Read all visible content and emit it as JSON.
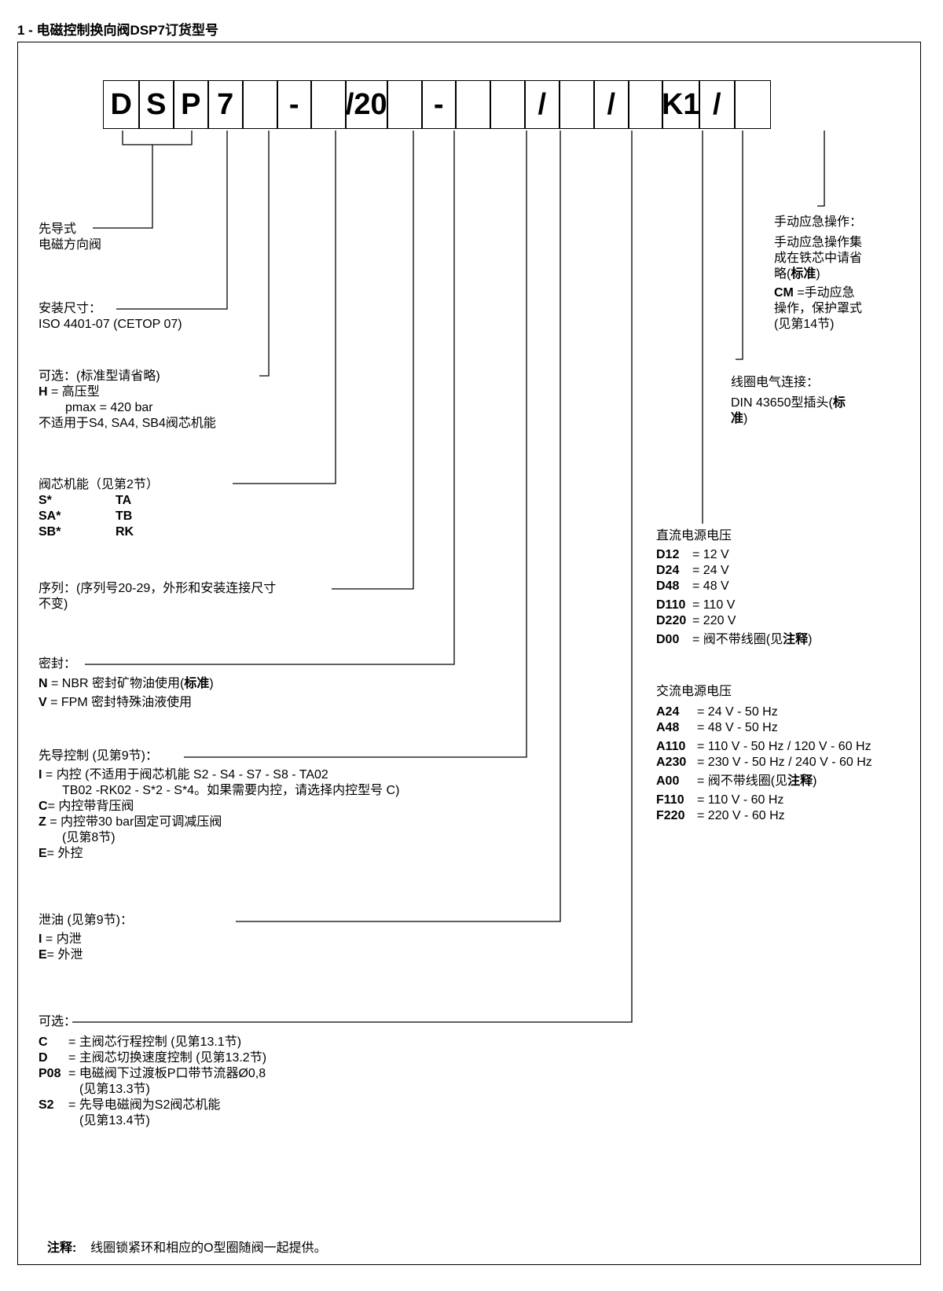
{
  "title": "1 - 电磁控制换向阀DSP7订货型号",
  "code_cells": [
    "D",
    "S",
    "P",
    "7",
    "",
    "-",
    "",
    "/20",
    "",
    "-",
    "",
    "",
    "/",
    "",
    "/",
    "",
    "K1",
    "/",
    ""
  ],
  "blocks": {
    "pilot": {
      "lines": [
        {
          "t": "先导式"
        },
        {
          "t": "电磁方向阀"
        }
      ]
    },
    "mount": {
      "lines": [
        {
          "t": "安装尺寸："
        },
        {
          "t": "ISO 4401-07 (CETOP 07)"
        }
      ]
    },
    "option1": {
      "lines": [
        {
          "t": "可选：(标准型请省略)"
        },
        {
          "k": "H",
          "t": " = 高压型"
        },
        {
          "t": "pmax = 420 bar",
          "indent": 34
        },
        {
          "t": "不适用于S4, SA4, SB4阀芯机能"
        }
      ]
    },
    "spool": {
      "lines": [
        {
          "t": "阀芯机能（见第2节）"
        },
        {
          "k": "S*",
          "k2": "TA"
        },
        {
          "k": "SA*",
          "k2": "TB"
        },
        {
          "k": "SB*",
          "k2": "RK"
        }
      ]
    },
    "series": {
      "lines": [
        {
          "t": "序列：(序列号20-29，外形和安装连接尺寸"
        },
        {
          "t": "不变)"
        }
      ]
    },
    "seal_head": {
      "lines": [
        {
          "t": "密封："
        }
      ]
    },
    "seal": {
      "lines": [
        {
          "k": "N",
          "t": " = NBR 密封矿物油使用(",
          "k3": "标准",
          "t2": ")"
        },
        {
          "gap": 4
        },
        {
          "k": "V",
          "t": " = FPM 密封特殊油液使用"
        }
      ]
    },
    "pilotctl": {
      "lines": [
        {
          "t": "先导控制 (见第9节)："
        },
        {
          "gap": 4
        },
        {
          "k": "I",
          "t": " = 内控 (不适用于阀芯机能 S2 - S4 - S7 - S8 - TA02"
        },
        {
          "t": "TB02 -RK02 - S*2 - S*4。如果需要内控，请选择内控型号 C)",
          "indent": 30
        },
        {
          "k": "C",
          "t": "= 内控带背压阀"
        },
        {
          "k": "Z",
          "t": " = 内控带30 bar固定可调减压阀"
        },
        {
          "t": "(见第8节)",
          "indent": 30
        },
        {
          "k": "E",
          "t": "= 外控"
        }
      ]
    },
    "drain": {
      "lines": [
        {
          "t": "泄油 (见第9节)："
        },
        {
          "gap": 4
        },
        {
          "k": "I",
          "t": "  = 内泄"
        },
        {
          "k": "E",
          "t": "= 外泄"
        }
      ]
    },
    "option2": {
      "lines": [
        {
          "t": "可选："
        },
        {
          "gap": 6
        },
        {
          "k": "C",
          "v": "= 主阀芯行程控制 (见第13.1节)",
          "vx": 38
        },
        {
          "k": "D",
          "v": "= 主阀芯切换速度控制 (见第13.2节)",
          "vx": 38
        },
        {
          "k": "P08",
          "v": "= 电磁阀下过渡板P口带节流器Ø0,8",
          "vx": 38
        },
        {
          "t": "(见第13.3节)",
          "indent": 52
        },
        {
          "k": "S2",
          "v": "= 先导电磁阀为S2阀芯机能",
          "vx": 38
        },
        {
          "t": "(见第13.4节)",
          "indent": 52
        }
      ]
    },
    "manual": {
      "lines": [
        {
          "t": "手动应急操作："
        },
        {
          "gap": 6
        },
        {
          "t": "手动应急操作集"
        },
        {
          "t": "成在铁芯中请省"
        },
        {
          "t": "略(",
          "k3": "标准",
          "t2": ")"
        },
        {
          "gap": 4
        },
        {
          "k": "CM",
          "t": " =手动应急"
        },
        {
          "t": "操作，保护罩式"
        },
        {
          "t": "(见第14节)"
        }
      ]
    },
    "coil": {
      "lines": [
        {
          "t": "线圈电气连接："
        },
        {
          "gap": 6
        },
        {
          "t": "DIN 43650型插头(",
          "k3": "标"
        },
        {
          "k": "准",
          "t": ")"
        }
      ]
    },
    "dc": {
      "lines": [
        {
          "t": "直流电源电压"
        },
        {
          "gap": 4
        },
        {
          "k": "D12",
          "v": "= 12 V",
          "vx": 46
        },
        {
          "k": "D24",
          "v": "= 24 V",
          "vx": 46
        },
        {
          "k": "D48",
          "v": "= 48 V",
          "vx": 46
        },
        {
          "gap": 4
        },
        {
          "k": "D110",
          "v": "= 110 V",
          "vx": 46
        },
        {
          "k": "D220",
          "v": "= 220 V",
          "vx": 46
        },
        {
          "gap": 4
        },
        {
          "k": "D00",
          "v": "= 阀不带线圈(见",
          "vx": 46,
          "k3": "注释",
          "t2": ")"
        }
      ]
    },
    "ac": {
      "lines": [
        {
          "t": "交流电源电压"
        },
        {
          "gap": 6
        },
        {
          "k": "A24",
          "v": "=   24 V - 50 Hz",
          "vx": 52
        },
        {
          "k": "A48",
          "v": "=   48 V - 50 Hz",
          "vx": 52
        },
        {
          "gap": 4
        },
        {
          "k": "A110",
          "v": "= 110 V - 50 Hz /  120 V -  60 Hz",
          "vx": 52
        },
        {
          "k": "A230",
          "v": "= 230 V - 50 Hz /  240 V -  60 Hz",
          "vx": 52
        },
        {
          "gap": 4
        },
        {
          "k": "A00",
          "v": "= 阀不带线圈(见",
          "vx": 52,
          "k3": "注释",
          "t2": ")"
        },
        {
          "gap": 4
        },
        {
          "k": "F110",
          "v": "= 110 V - 60 Hz",
          "vx": 52
        },
        {
          "k": "F220",
          "v": "= 220 V - 60 Hz",
          "vx": 52
        }
      ]
    }
  },
  "note": {
    "label": "注释:",
    "text": "线圈锁紧环和相应的O型圈随阀一起提供。"
  }
}
